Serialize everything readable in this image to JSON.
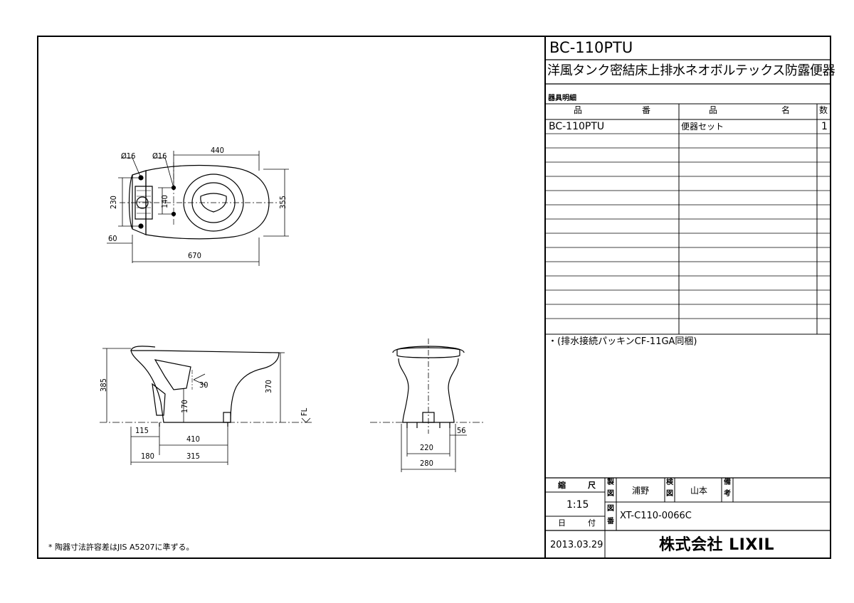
{
  "title_block": {
    "model": "BC-110PTU",
    "product_name": "洋風タンク密結床上排水ネオボルテックス防露便器",
    "parts_list_label": "器具明細",
    "headers": {
      "part_no_a": "品",
      "part_no_b": "番",
      "part_name_a": "品",
      "part_name_b": "名",
      "qty": "数"
    },
    "rows": [
      {
        "part_no": "BC-110PTU",
        "part_name": "便器セット",
        "qty": "1"
      }
    ],
    "note": "・(排水接続パッキンCF-11GA同梱)",
    "scale_label_a": "縮",
    "scale_label_b": "尺",
    "scale": "1:15",
    "date_label_a": "日",
    "date_label_b": "付",
    "date": "2013.03.29",
    "drawn_label_a": "製",
    "drawn_label_b": "図",
    "drawn_by": "浦野",
    "checked_label_a": "検",
    "checked_label_b": "図",
    "checked_by": "山本",
    "remarks_label_a": "備",
    "remarks_label_b": "考",
    "drawing_no_label_a": "図",
    "drawing_no_label_b": "番",
    "drawing_no": "XT-C110-0066C",
    "company": "株式会社 LIXIL"
  },
  "footnote": "* 陶器寸法許容差はJIS A5207に準ずる。",
  "dimensions": {
    "top_view": {
      "hole_left": "Ø16",
      "hole_right": "Ø16",
      "width_440": "440",
      "height_230": "230",
      "height_140": "140",
      "height_355": "355",
      "offset_60": "60",
      "length_670": "670"
    },
    "side_view": {
      "height_385": "385",
      "height_370": "370",
      "height_170": "170",
      "angle_30": "30",
      "dim_115": "115",
      "dim_410": "410",
      "dim_180": "180",
      "dim_315": "315",
      "floor_label": "FL"
    },
    "front_view": {
      "dim_56": "56",
      "dim_220": "220",
      "dim_280": "280"
    }
  }
}
